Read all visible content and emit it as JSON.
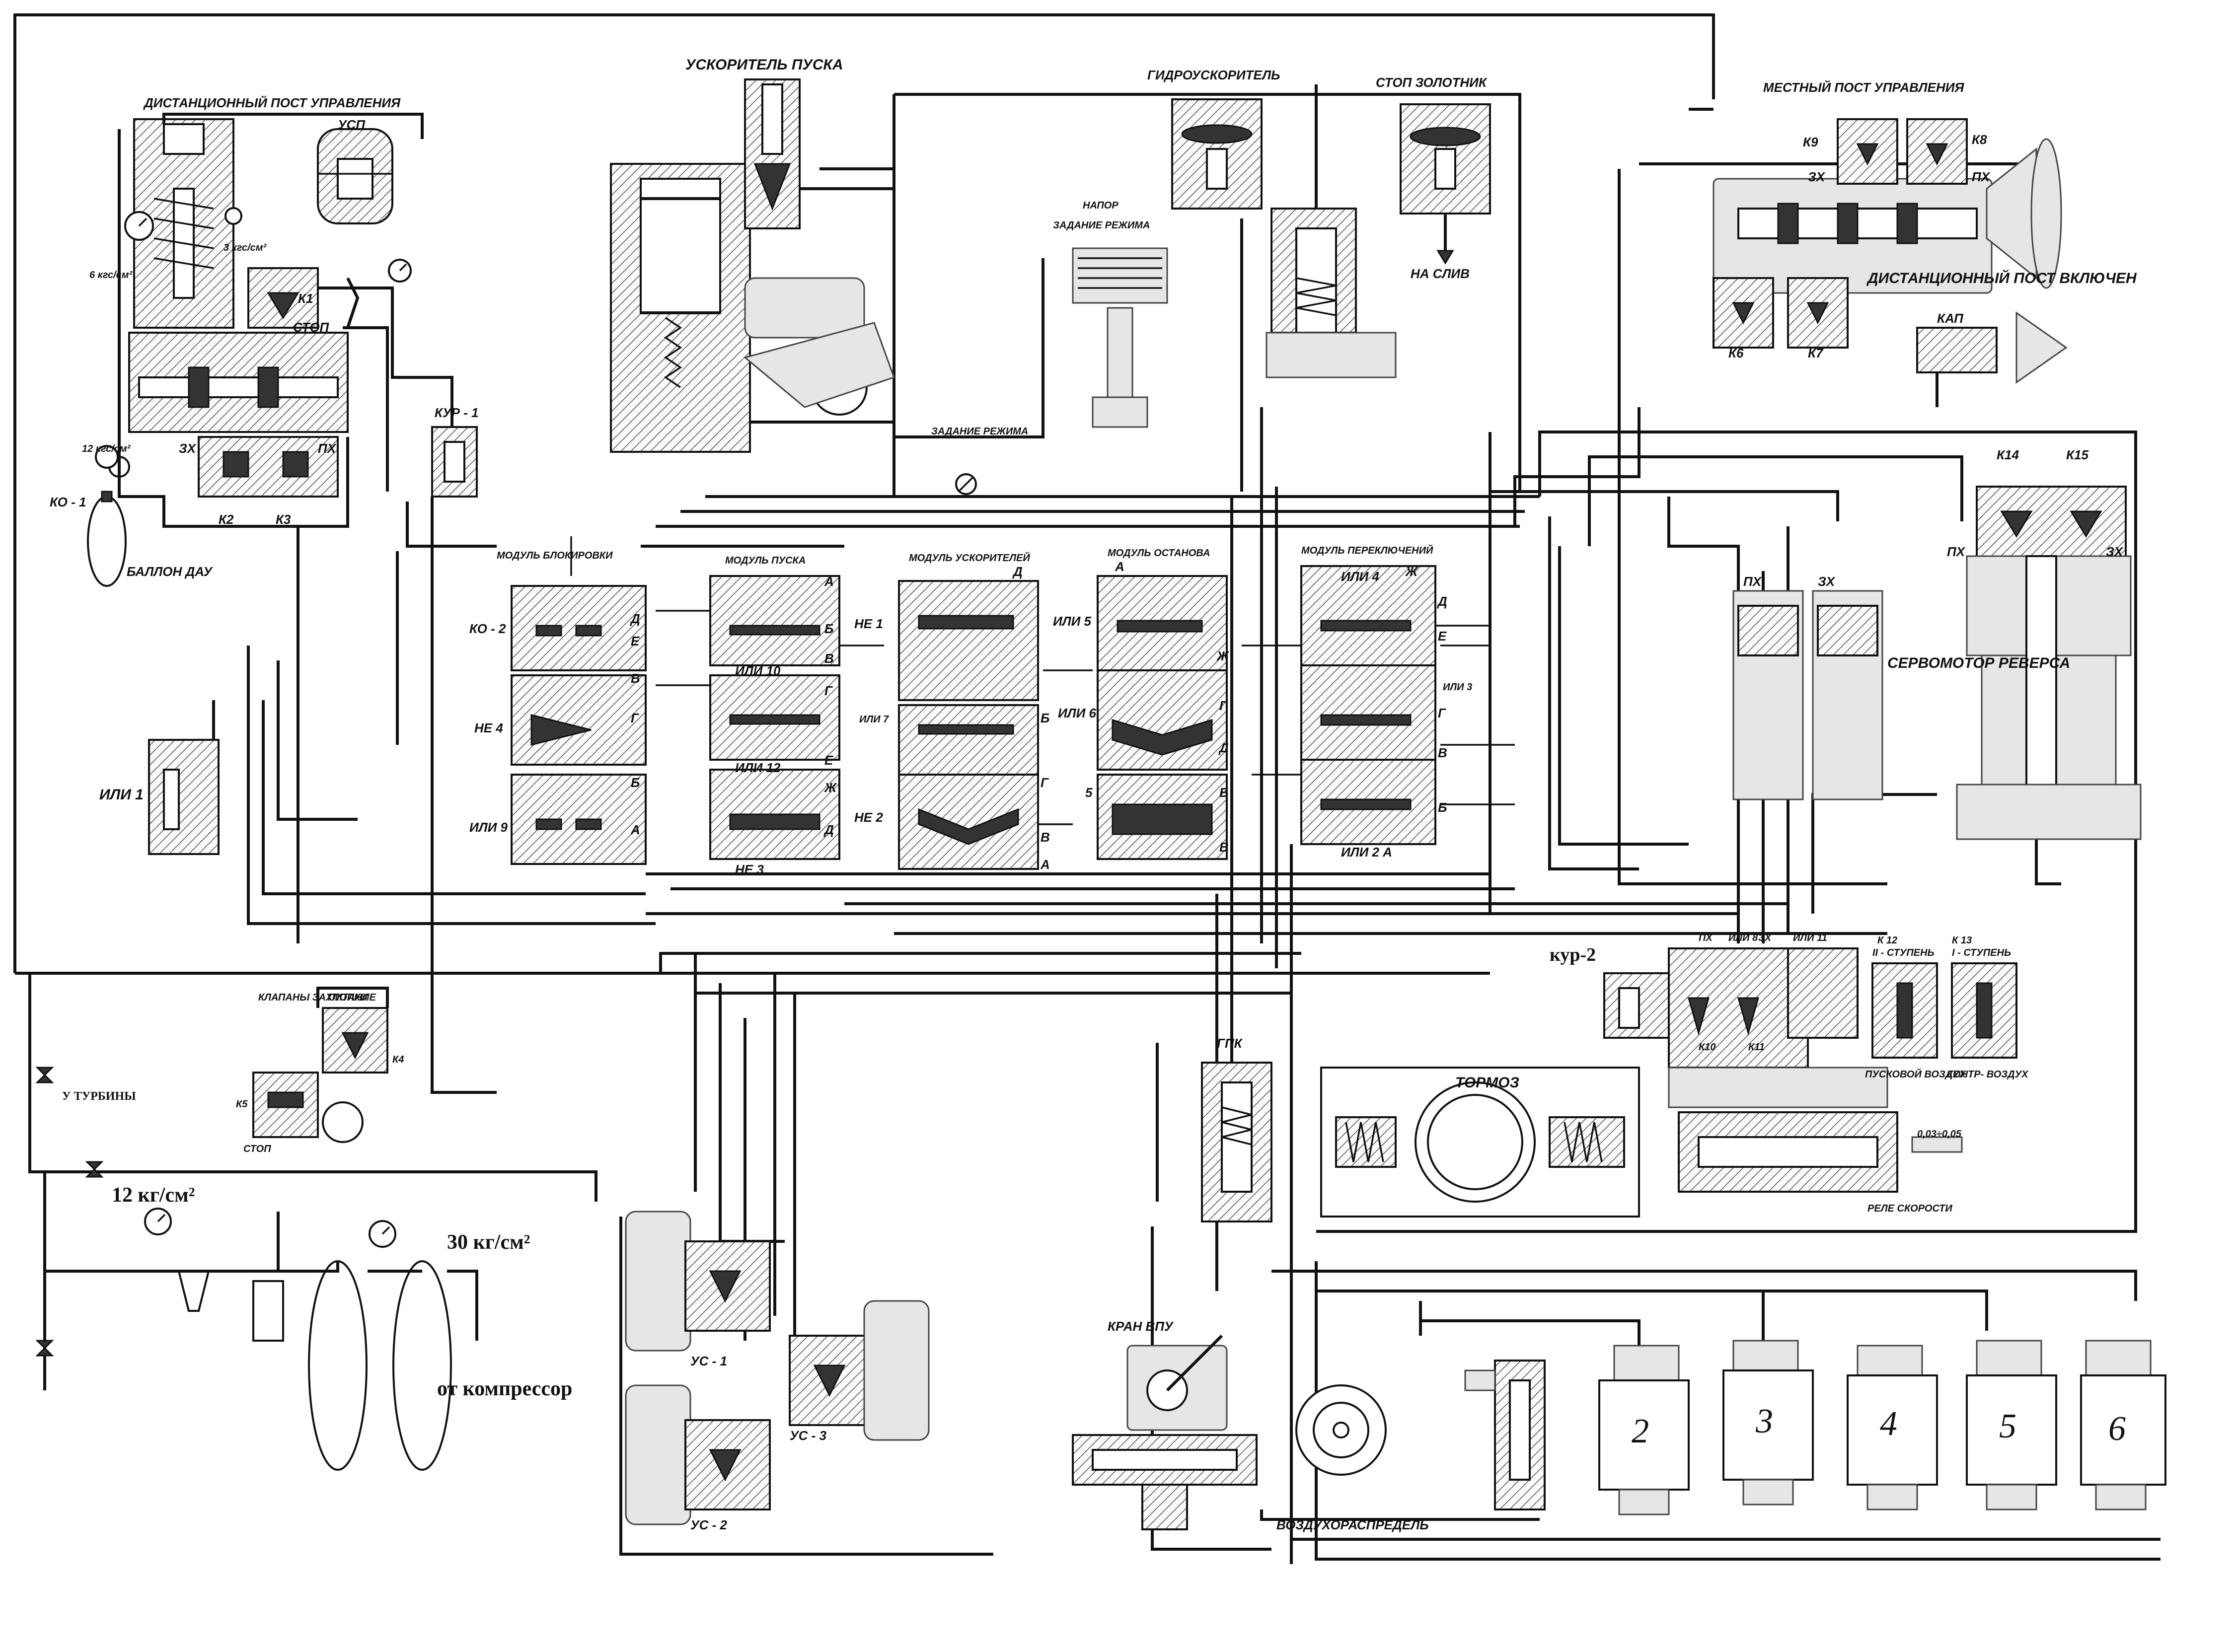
{
  "labels": {
    "remote_post": "ДИСТАНЦИОННЫЙ ПОСТ УПРАВЛЕНИЯ",
    "usp": "УСП",
    "k1": "К1",
    "stop": "СТОП",
    "kur1": "КУР - 1",
    "pressure_12": "12 кгс/см²",
    "ko1": "КО - 1",
    "zx": "ЗХ",
    "px": "ПХ",
    "k2": "К2",
    "k3": "К3",
    "dau_bottle": "БАЛЛОН ДАУ",
    "start_booster": "УСКОРИТЕЛЬ ПУСКА",
    "hydro_booster": "ГИДРОУСКОРИТЕЛЬ",
    "stop_valve": "СТОП ЗОЛОТНИК",
    "to_drain": "НА СЛИВ",
    "head": "НАПОР",
    "mode_setting": "ЗАДАНИЕ РЕЖИМА",
    "mode_setting_gauge": "ЗАДАНИЕ РЕЖИМА",
    "local_post": "МЕСТНЫЙ ПОСТ УПРАВЛЕНИЯ",
    "k8": "К8",
    "k9": "К9",
    "remote_on": "ДИСТАНЦИОННЫЙ ПОСТ ВКЛЮЧЕН",
    "k6": "К6",
    "k7": "К7",
    "kap": "КАП",
    "k14": "К14",
    "k15": "К15",
    "reverse_servo": "СЕРВОМОТОР РЕВЕРСА",
    "module_block": "МОДУЛЬ БЛОКИРОВКИ",
    "module_start": "МОДУЛЬ ПУСКА",
    "module_boost": "МОДУЛЬ УСКОРИТЕЛЕЙ",
    "module_stop": "МОДУЛЬ ОСТАНОВА",
    "module_switch": "МОДУЛЬ ПЕРЕКЛЮЧЕНИЙ",
    "ko2": "КО - 2",
    "ne4": "НЕ 4",
    "ili9": "ИЛИ 9",
    "ili1": "ИЛИ 1",
    "ili10": "ИЛИ 10",
    "ili12": "ИЛИ 12",
    "ne3": "НЕ 3",
    "ne1": "НЕ 1",
    "ne2": "НЕ 2",
    "ili5": "ИЛИ 5",
    "ili6": "ИЛИ 6",
    "five": "5",
    "ili4": "ИЛИ 4",
    "ili2a": "ИЛИ 2 А",
    "ili3": "ИЛИ 3",
    "ili7": "ИЛИ 7",
    "kur2": "кур-2",
    "k10": "К10",
    "k11": "К11",
    "ili8": "ИЛИ 8",
    "ili11": "ИЛИ 11",
    "k12": "К 12",
    "stage2": "II - СТУПЕНЬ",
    "k13": "К 13",
    "stage1": "I - СТУПЕНЬ",
    "start_air": "ПУСКОВОЙ ВОЗДУХ",
    "counter_air": "КОНТР- ВОЗДУХ",
    "brake": "ТОРМОЗ",
    "speed_relay": "РЕЛЕ СКОРОСТИ",
    "gap_value": "0,03÷0,05",
    "gpk": "ГПК",
    "flap_valves": "КЛАПАНЫ ЗАХЛОПКИ",
    "supply": "ПИТАНИЕ",
    "k4": "К4",
    "k5": "К5",
    "stop2": "СТОП",
    "at_turbine": "У ТУРБИНЫ",
    "pressure_12b": "12 кг/см²",
    "pressure_30": "30 кг/см²",
    "from_compressor": "от компрессор",
    "us1": "УС - 1",
    "us2": "УС - 2",
    "us3": "УС - 3",
    "kran_vpu": "КРАН ВПУ",
    "air_distributor": "ВОЗДУХОРАСПРЕДЕЛЬ",
    "cyl2": "2",
    "cyl3": "3",
    "cyl4": "4",
    "cyl5": "5",
    "cyl6": "6",
    "port_a": "А",
    "port_b": "Б",
    "port_v": "В",
    "port_g": "Г",
    "port_d": "Д",
    "port_e": "Е",
    "port_zh": "Ж",
    "gauge_6": "6 кгс/см²",
    "gauge_3": "3 кгс/см²"
  }
}
